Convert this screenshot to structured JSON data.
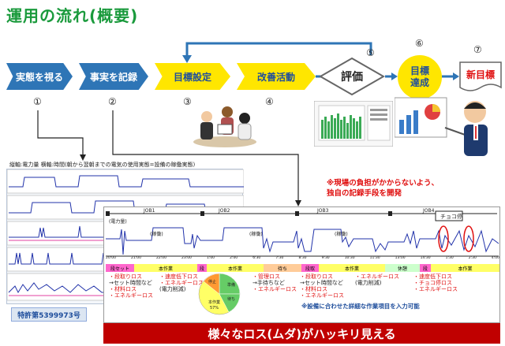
{
  "title": "運用の流れ(概要)",
  "steps": [
    {
      "label": "実態を視る",
      "num": "①"
    },
    {
      "label": "事実を記録",
      "num": "②"
    },
    {
      "label": "目標設定",
      "num": "③"
    },
    {
      "label": "改善活動",
      "num": "④"
    },
    {
      "label": "評価",
      "num": "⑤"
    },
    {
      "label": "目標\n達成",
      "num": "⑥"
    },
    {
      "label": "新目標",
      "num": "⑦"
    }
  ],
  "left_caption": "縦軸:電力量 横軸:時間(朝から翌朝までの電気の使用実態=設備の稼働実態)",
  "patent": "特許第5399973号",
  "note": "※現場の負担がかからないよう、\n独自の記録手段を開発",
  "jobs": [
    "JOB1",
    "JOB2",
    "JOB3",
    "JOB4"
  ],
  "chart_label_power": "(電力量)",
  "chart_label_run": "(稼働)",
  "choco": "チョコ停",
  "times": [
    "20:00",
    "20:30",
    "21:00",
    "21:30",
    "22:00",
    "22:30",
    "23:00",
    "0:30",
    "1:00",
    "1:30",
    "2:00",
    "6:00",
    "6:30",
    "7:00",
    "7:30",
    "8:00",
    "8:30",
    "9:00",
    "9:30",
    "10:00",
    "10:30",
    "11:00",
    "11:30",
    "12:00",
    "13:00",
    "14:00",
    "14:30",
    "15:00",
    "1:30",
    "2:00",
    "2:30",
    "3:00",
    "3:30",
    "4:00"
  ],
  "phases": [
    {
      "label": "段セット",
      "color": "#ff66cc"
    },
    {
      "label": "本作業",
      "color": "#ffff66"
    },
    {
      "label": "段",
      "color": "#ff66cc"
    },
    {
      "label": "本作業",
      "color": "#ffff66"
    },
    {
      "label": "待ち",
      "color": "#ffcc99"
    },
    {
      "label": "段取",
      "color": "#ff66cc"
    },
    {
      "label": "本作業",
      "color": "#ffff66"
    },
    {
      "label": "休憩",
      "color": "#ccffcc"
    },
    {
      "label": "段",
      "color": "#ff66cc"
    },
    {
      "label": "本作業",
      "color": "#ffff66"
    }
  ],
  "loss1": [
    "・段取りロス",
    "→セット時間など",
    "・材料ロス",
    "・エネルギーロス"
  ],
  "loss2": [
    "・速度低下ロス",
    "・エネルギーロス",
    "(電力削減)"
  ],
  "loss3": [
    "・管理ロス",
    "→手待ちなど",
    "・エネルギーロス"
  ],
  "loss4": [
    "・段取りロス",
    "→セット時間など",
    "・材料ロス",
    "・エネルギーロス"
  ],
  "loss5": [
    "・エネルギーロス",
    "(電力削減)"
  ],
  "loss6": [
    "・速度低下ロス",
    "・チョコ停ロス",
    "・エネルギーロス"
  ],
  "pie_labels": [
    "本作業",
    "準備",
    "停止",
    "待ち"
  ],
  "pie_values": [
    "57%",
    "",
    "",
    ""
  ],
  "setting_note": "※設備に合わせた詳細な作業項目を入力可能",
  "bottom_banner": "様々なロス(ムダ)がハッキリ見える"
}
